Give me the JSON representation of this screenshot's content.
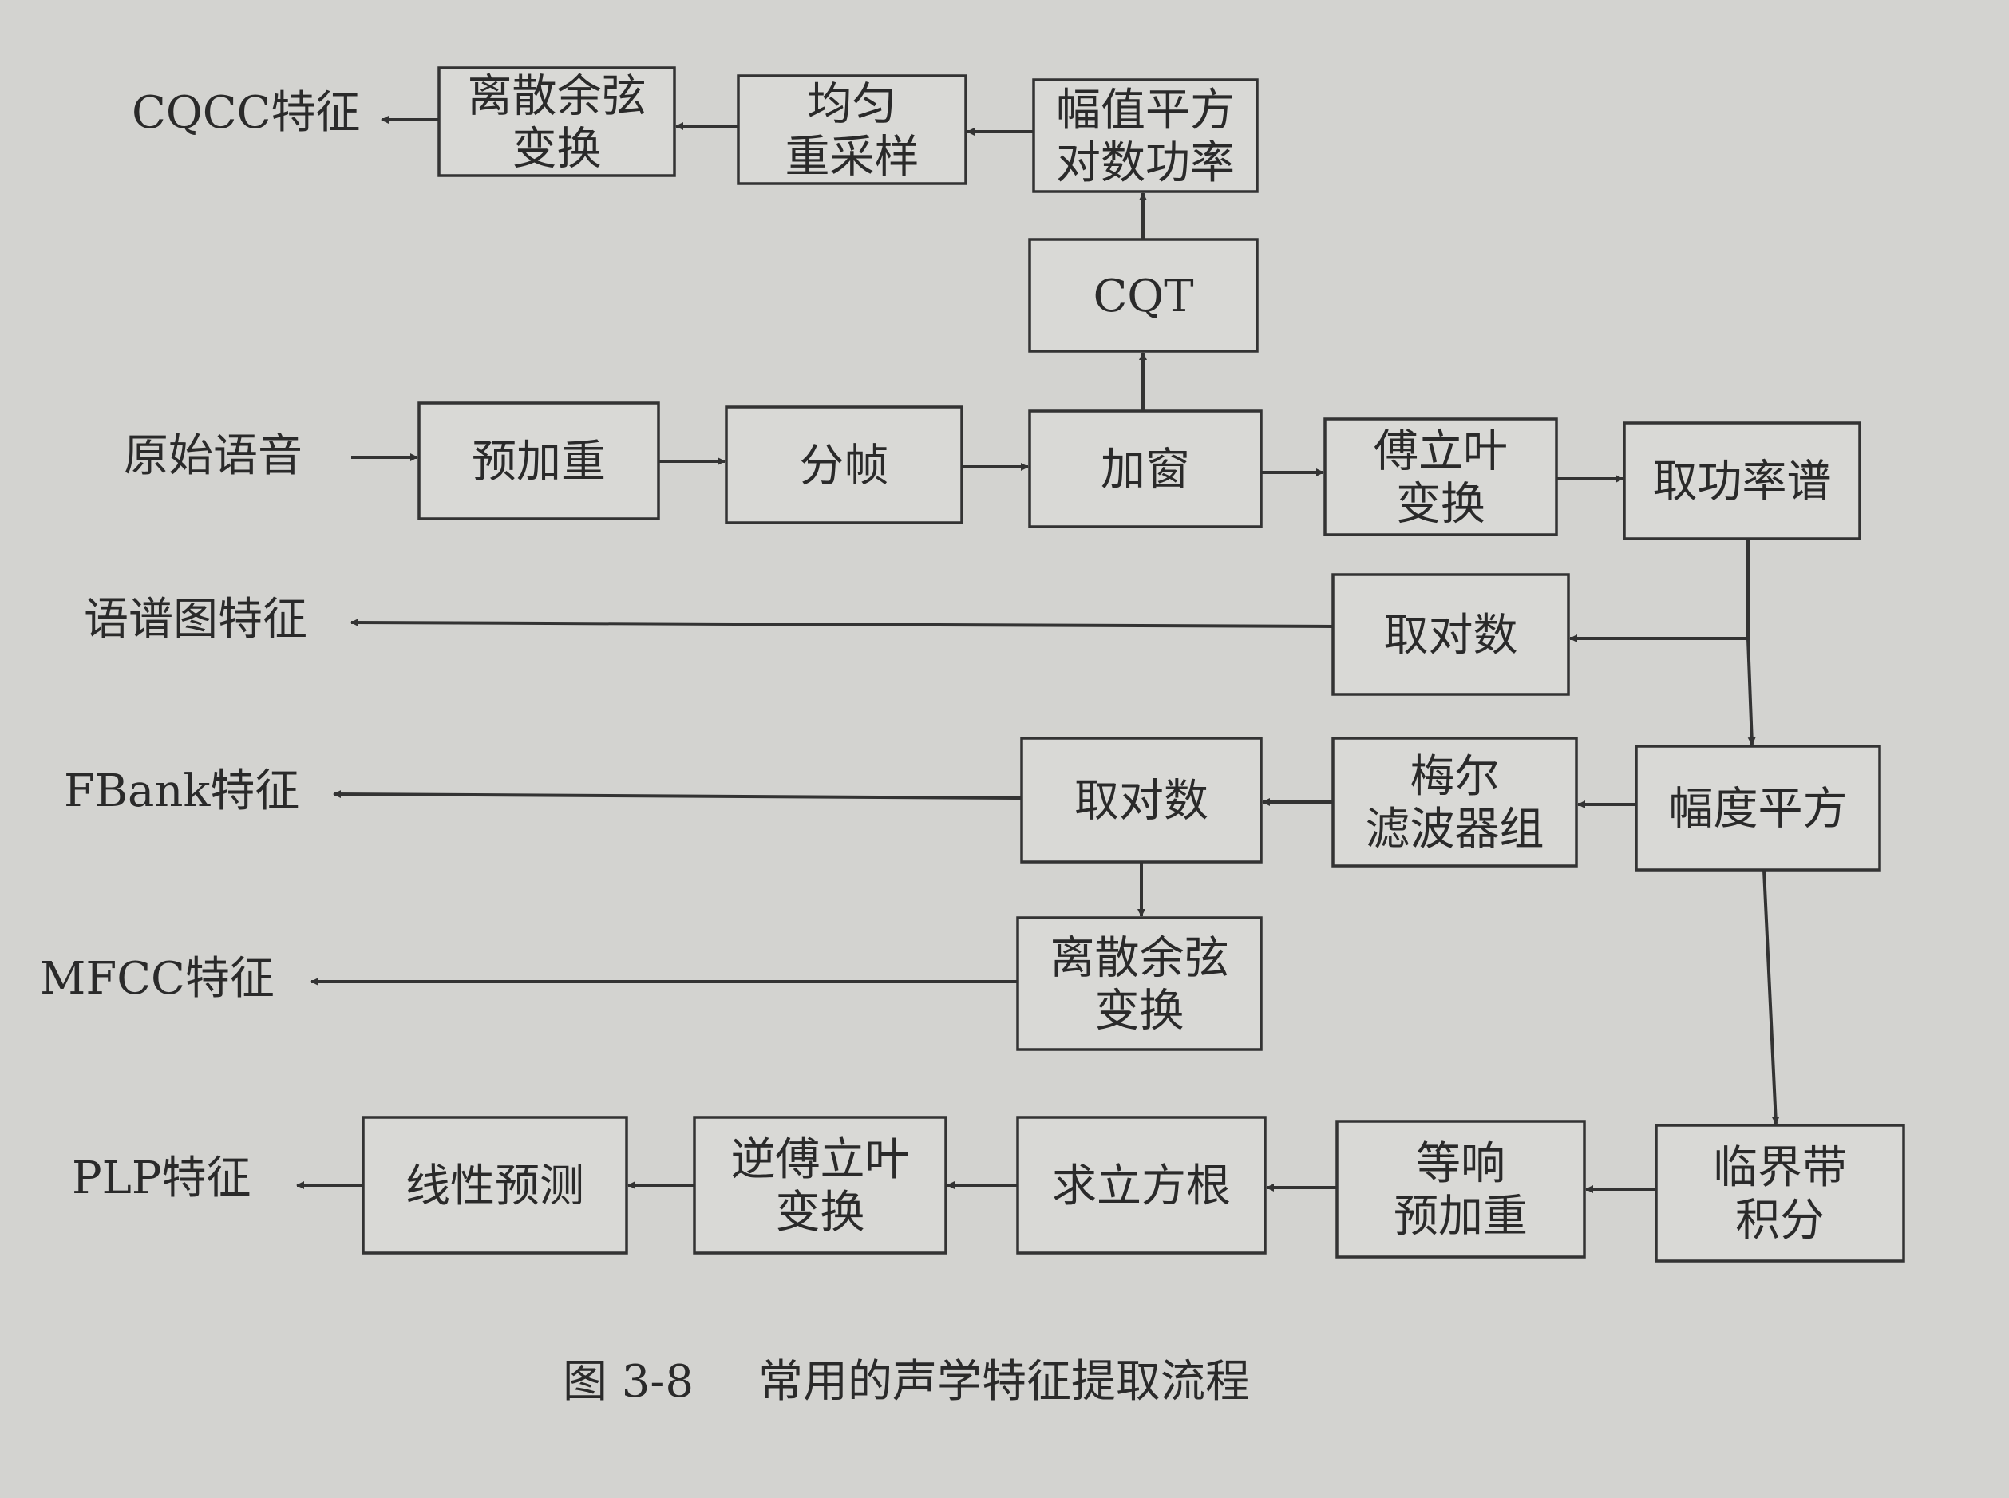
{
  "boxes": {
    "dct_cqcc": [
      "离散余弦",
      "变换"
    ],
    "uniform_resample": [
      "均匀",
      "重采样"
    ],
    "mag_sq_log_power": [
      "幅值平方",
      "对数功率"
    ],
    "cqt": [
      "CQT"
    ],
    "pre_emphasis": [
      "预加重"
    ],
    "framing": [
      "分帧"
    ],
    "windowing": [
      "加窗"
    ],
    "fourier": [
      "傅立叶",
      "变换"
    ],
    "power_spectrum": [
      "取功率谱"
    ],
    "log_spec": [
      "取对数"
    ],
    "log_fbank": [
      "取对数"
    ],
    "mel_filterbank": [
      "梅尔",
      "滤波器组"
    ],
    "mag_square": [
      "幅度平方"
    ],
    "dct_mfcc": [
      "离散余弦",
      "变换"
    ],
    "linear_prediction": [
      "线性预测"
    ],
    "inverse_fourier": [
      "逆傅立叶",
      "变换"
    ],
    "cube_root": [
      "求立方根"
    ],
    "equal_loudness": [
      "等响",
      "预加重"
    ],
    "critical_band": [
      "临界带",
      "积分"
    ]
  },
  "labels": {
    "cqcc": "CQCC特征",
    "raw_speech": "原始语音",
    "spectrogram": "语谱图特征",
    "fbank": "FBank特征",
    "mfcc": "MFCC特征",
    "plp": "PLP特征"
  },
  "caption": {
    "number": "图 3-8",
    "text": "常用的声学特征提取流程"
  }
}
